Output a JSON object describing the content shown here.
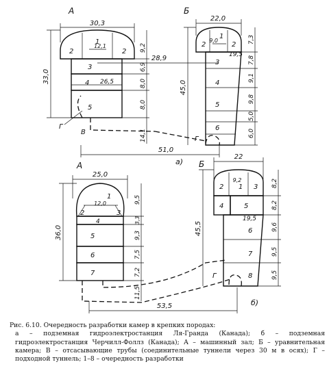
{
  "diagram": {
    "top": {
      "A": {
        "label": "А",
        "width": "30,3",
        "height": "33,0",
        "inner_width": "12,1",
        "bench_width": "26,5",
        "right_dims": [
          "9,2",
          "6,9",
          "8,0",
          "8,0",
          "14,1"
        ],
        "blocks": [
          "1",
          "2",
          "2",
          "3",
          "4",
          "5"
        ],
        "B_label": "В",
        "G_label": "Г"
      },
      "B": {
        "label": "Б",
        "width": "22,0",
        "height": "45,0",
        "inner_width": "9,0",
        "bench_width": "19,5",
        "right_dims": [
          "7,3",
          "7,8",
          "9,1",
          "9,8",
          "5,0",
          "6,0"
        ],
        "blocks": [
          "1",
          "2",
          "2",
          "3",
          "4",
          "5",
          "6"
        ],
        "G_label": "Г"
      },
      "spacing": "28,9",
      "total": "51,0",
      "part_label": "а)"
    },
    "bottom": {
      "A": {
        "label": "А",
        "width": "25,0",
        "height": "36,0",
        "inner_width": "12,0",
        "right_dims": [
          "9,5",
          "3,3",
          "9,3",
          "7,5",
          "7,2",
          "11,5"
        ],
        "blocks": [
          "1",
          "2",
          "3",
          "4",
          "5",
          "6",
          "7"
        ]
      },
      "B": {
        "label": "Б",
        "width": "22",
        "height": "45,5",
        "inner_width": "9,2",
        "bench_width": "19,5",
        "right_dims": [
          "8,2",
          "8,2",
          "9,6",
          "9,5",
          "9,5"
        ],
        "blocks": [
          "1",
          "2",
          "3",
          "4",
          "5",
          "6",
          "7",
          "8"
        ],
        "G_label": "Г"
      },
      "total": "53,5",
      "part_label": "б)"
    }
  },
  "caption": {
    "title": "Рис. 6.10. Очередность разработки камер в крепких породах:",
    "body": "а – подземная гидроэлектростанция Ля-Гранда (Канада); б – подземная гидроэлектростанция Черчилл-Фоллз (Канада); А – машинный зал; Б – уравнительная камера; В – отсасывающие трубы (соединительные туннели через 30 м в осях); Г – подходной туннель; 1–8 – очередность разработки"
  }
}
